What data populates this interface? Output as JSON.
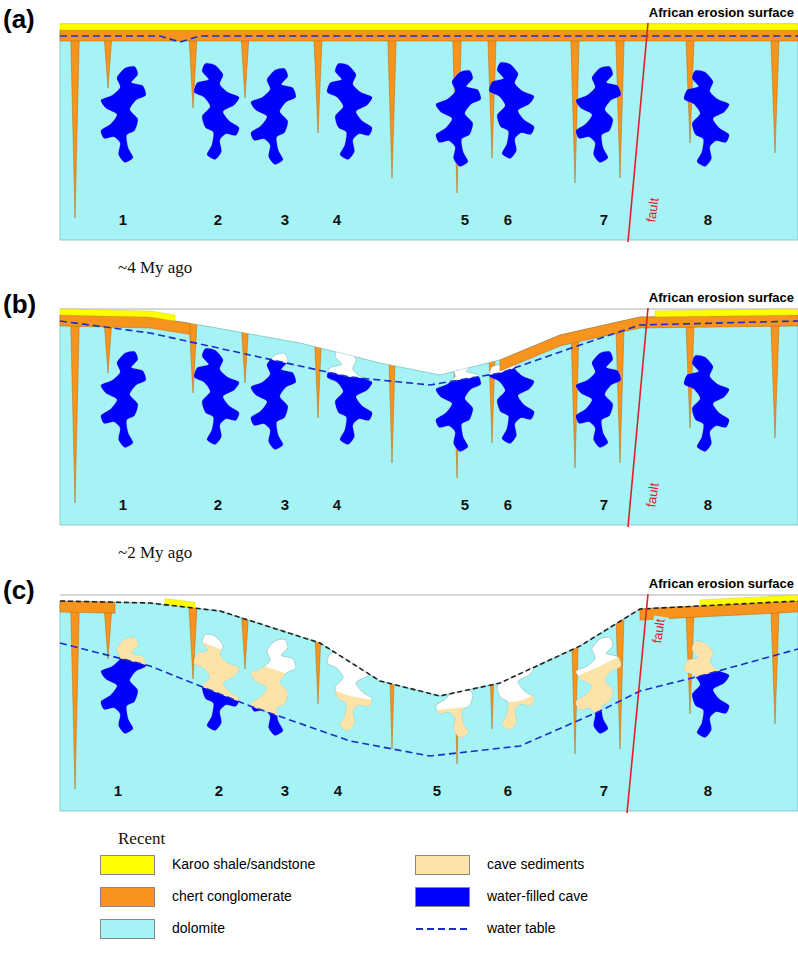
{
  "diagram": {
    "labels": [
      "(a)",
      "African erosion surface",
      "1",
      "2",
      "3",
      "4",
      "5",
      "6",
      "7",
      "8",
      "fault",
      "~4 My ago",
      "(b)",
      "African erosion surface",
      "1",
      "2",
      "3",
      "4",
      "5",
      "6",
      "7",
      "8",
      "fault",
      "~2 My ago",
      "(c)",
      "African erosion surface",
      "1",
      "2",
      "3",
      "4",
      "5",
      "6",
      "7",
      "8",
      "fault",
      "Recent"
    ],
    "legend": [
      {
        "text": "Karoo shale/sandstone",
        "color": "#ffff00"
      },
      {
        "text": "cave sediments",
        "color": "#fde3a7"
      },
      {
        "text": "chert conglomerate",
        "color": "#f7941d"
      },
      {
        "text": "water-filled cave",
        "color": "#0000ff"
      },
      {
        "text": "dolomite",
        "color": "#a5f3f5"
      },
      {
        "text": "water table"
      }
    ]
  }
}
